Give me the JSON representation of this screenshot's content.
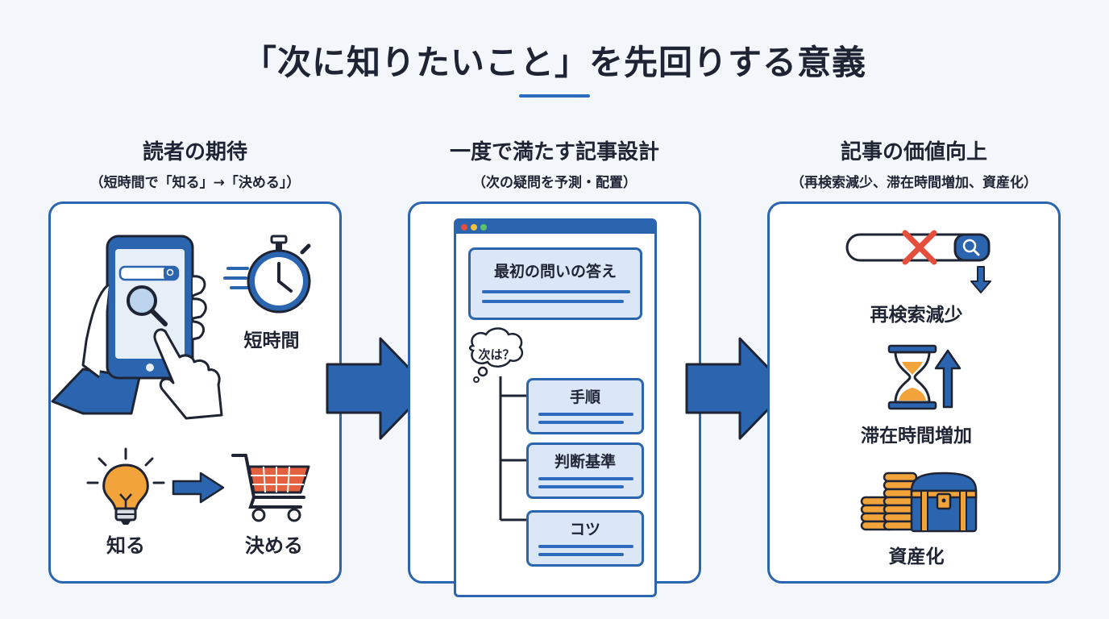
{
  "title": "「次に知りたいこと」を先回りする意義",
  "columns": [
    {
      "heading": "読者の期待",
      "subheading": "（短時間で「知る」→「決める」）",
      "labels": {
        "short_time": "短時間",
        "know": "知る",
        "decide": "決める"
      }
    },
    {
      "heading": "一度で満たす記事設計",
      "subheading": "（次の疑問を予測・配置）",
      "first_answer": "最初の問いの答え",
      "bubble": "次は？",
      "cards": [
        "手順",
        "判断基準",
        "コツ"
      ]
    },
    {
      "heading": "記事の価値向上",
      "subheading": "（再検索減少、滞在時間増加、資産化）",
      "labels": {
        "fewer_searches": "再検索減少",
        "longer_stay": "滞在時間増加",
        "asset": "資産化"
      }
    }
  ],
  "colors": {
    "primary": "#2b65b0",
    "light_blue": "#dbe7f6",
    "orange": "#f2a33a",
    "red": "#e34f3c",
    "text": "#1e2433"
  }
}
